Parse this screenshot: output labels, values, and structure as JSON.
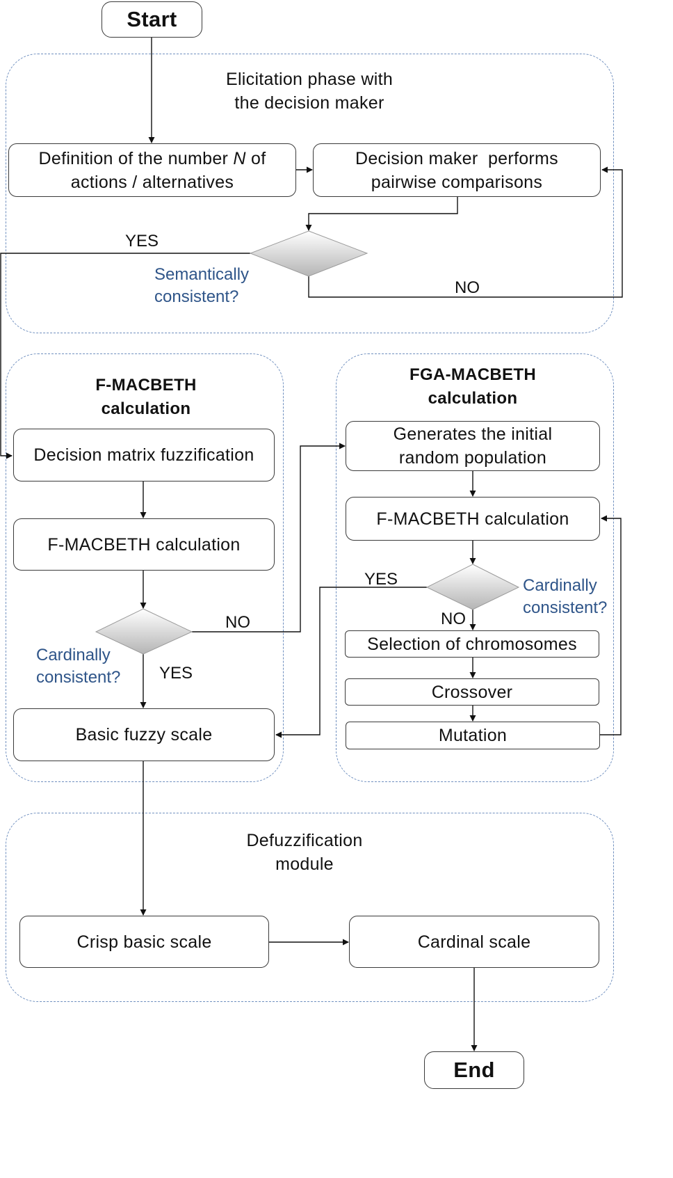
{
  "terminals": {
    "start": "Start",
    "end": "End"
  },
  "frames": {
    "elicitation": [
      "Elicitation phase with",
      "the decision maker"
    ],
    "fmacbeth": [
      "F-MACBETH",
      "calculation"
    ],
    "fga": [
      "FGA-MACBETH",
      "calculation"
    ],
    "defuzz": [
      "Defuzzification",
      "module"
    ]
  },
  "boxes": {
    "definition": {
      "pre": "Definition of the number ",
      "var": "N",
      "post": " of",
      "line2": "actions / alternatives"
    },
    "pairwise": [
      "Decision maker  performs",
      "pairwise comparisons"
    ],
    "fuzzification": "Decision matrix  fuzzification",
    "fmac_calc_left": "F-MACBETH  calculation",
    "basic_fuzzy": "Basic fuzzy  scale",
    "initial_pop": [
      "Generates the initial",
      "random population"
    ],
    "fmac_calc_right": "F-MACBETH  calculation",
    "selection": "Selection of chromosomes",
    "crossover": "Crossover",
    "mutation": "Mutation",
    "crisp": "Crisp basic scale",
    "cardinal": "Cardinal scale"
  },
  "decisions": {
    "semantic": [
      "Semantically",
      "consistent?"
    ],
    "cardinal_left": [
      "Cardinally",
      "consistent?"
    ],
    "cardinal_right": [
      "Cardinally",
      "consistent?"
    ]
  },
  "labels": {
    "yes_semantic": "YES",
    "no_semantic": "NO",
    "no_left": "NO",
    "yes_left": "YES",
    "yes_right": "YES",
    "no_right": "NO"
  },
  "colors": {
    "frame": "#6f8fbf",
    "question_text": "#2f5589",
    "diamond_light": "#ffffff",
    "diamond_dark": "#b5b5b5"
  }
}
